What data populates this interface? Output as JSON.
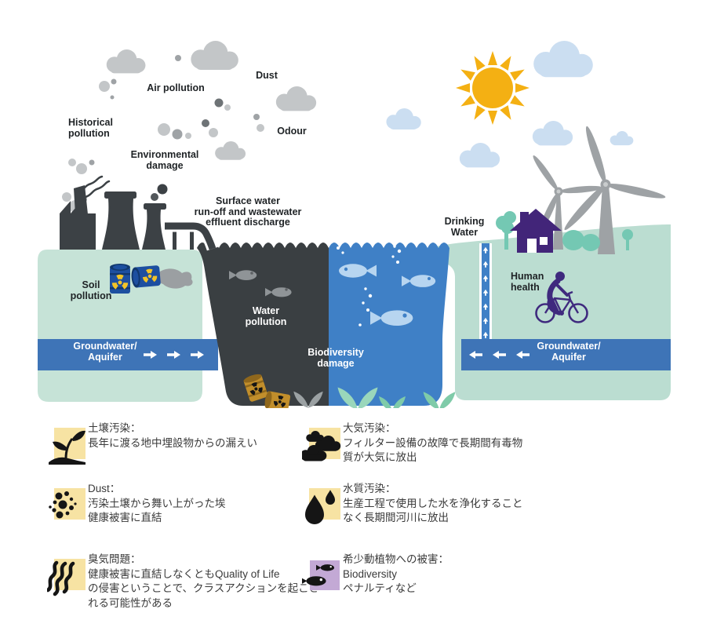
{
  "scene": {
    "labels": {
      "air_pollution": "Air pollution",
      "dust": "Dust",
      "odour": "Odour",
      "historical_pollution": "Historical\npollution",
      "environmental_damage": "Environmental\ndamage",
      "surface_water": "Surface water\nrun-off and wastewater\neffluent discharge",
      "drinking_water": "Drinking\nWater",
      "soil_pollution": "Soil\npollution",
      "water_pollution": "Water\npollution",
      "biodiversity_damage": "Biodiversity\ndamage",
      "groundwater_left": "Groundwater/\nAquifer",
      "groundwater_right": "Groundwater/\nAquifer",
      "human_health": "Human\nhealth"
    },
    "colors": {
      "background": "#FFFFFF",
      "factory_dark": "#3C4145",
      "polluted_water": "#3A3F42",
      "clean_water": "#3F80C6",
      "groundwater_band": "#3E74B7",
      "land_left": "#C6E3D7",
      "land_right": "#BBDDD1",
      "smoke_gray": "#C3C6C8",
      "cloud_blue": "#CBDEF1",
      "sun_yellow": "#F4B013",
      "purple": "#422579",
      "tree_teal": "#74C8B3",
      "barrel_blue": "#1D4FA0",
      "barrel_gold": "#C18E2B",
      "radiation_yellow": "#F1C328",
      "fish_light": "#B7D5F0",
      "fish_gray": "#8F9497"
    }
  },
  "legend": {
    "items": [
      {
        "icon": "sprout-icon",
        "icon_bg": "#F7E3A3",
        "title": "土壌汚染：",
        "desc": "長年に渡る地中埋設物からの漏えい"
      },
      {
        "icon": "smoke-clouds-icon",
        "icon_bg": "#F7E3A3",
        "title": "大気汚染：",
        "desc": "フィルター設備の故障で長期間有毒物\n質が大気に放出"
      },
      {
        "icon": "dust-particles-icon",
        "icon_bg": "#F7E3A3",
        "title": "Dust：",
        "desc": "汚染土壌から舞い上がった埃\n健康被害に直結"
      },
      {
        "icon": "water-drops-icon",
        "icon_bg": "#F7E3A3",
        "title": "水質汚染：",
        "desc": "生産工程で使用した水を浄化すること\nなく長期間河川に放出"
      },
      {
        "icon": "odour-fumes-icon",
        "icon_bg": "#F7E3A3",
        "title": "臭気問題：",
        "desc": "健康被害に直結しなくともQuality of Life\nの侵害ということで、クラスアクションを起こさ\nれる可能性がある"
      },
      {
        "icon": "fish-icon",
        "icon_bg": "#C3A9D5",
        "title": "希少動植物への被害：",
        "desc": "Biodiversity\nペナルティなど"
      }
    ]
  }
}
